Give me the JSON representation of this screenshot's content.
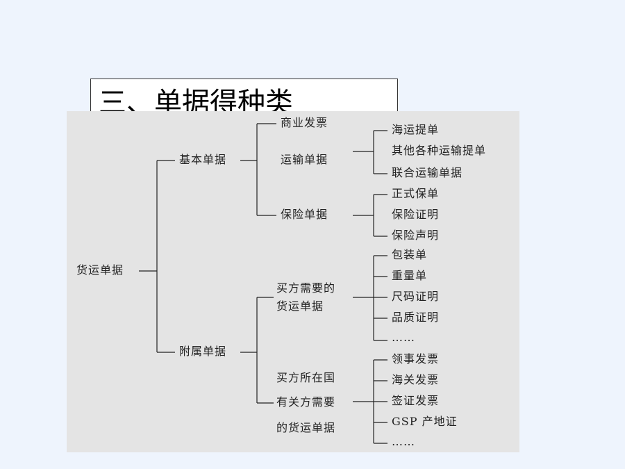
{
  "title": "三、单据得种类",
  "root": "货运单据",
  "basic": {
    "label": "基本单据",
    "commercial_invoice": "商业发票",
    "transport": {
      "label": "运输单据",
      "items": [
        "海运提单",
        "其他各种运输提单",
        "联合运输单据"
      ]
    },
    "insurance": {
      "label": "保险单据",
      "items": [
        "正式保单",
        "保险证明",
        "保险声明"
      ]
    }
  },
  "attached": {
    "label": "附属单据",
    "buyer_docs": {
      "label_line1": "买方需要的",
      "label_line2": "货运单据",
      "items": [
        "包装单",
        "重量单",
        "尺码证明",
        "品质证明",
        "……"
      ]
    },
    "country_docs": {
      "label_line1": "买方所在国",
      "label_line2": "有关方需要",
      "label_line3": "的货运单据",
      "items": [
        "领事发票",
        "海关发票",
        "签证发票",
        "GSP 产地证",
        "……"
      ]
    }
  }
}
